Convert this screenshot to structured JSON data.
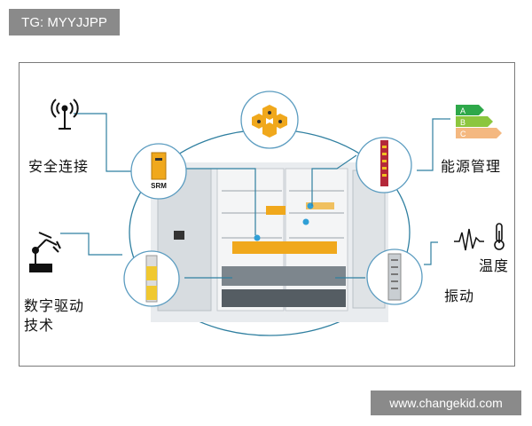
{
  "tag": "TG: MYYJJPP",
  "website": "www.changekid.com",
  "labels": {
    "safe_connection": "安全连接",
    "energy_management": "能源管理",
    "digital_drive_line1": "数字驱动",
    "digital_drive_line2": "技术",
    "temperature": "温度",
    "vibration": "振动"
  },
  "node_labels": {
    "srm": "SRM"
  },
  "energy_classes": [
    "A",
    "B",
    "C"
  ],
  "colors": {
    "line": "#2f7fa0",
    "circle_stroke": "#5b9cc0",
    "accent_orange": "#f0a81c",
    "energy_a": "#2ea84a",
    "energy_b": "#8cc63e",
    "energy_c": "#f4b880"
  },
  "icons": [
    "antenna-icon",
    "energy-rating-icon",
    "robot-arm-icon",
    "vibration-wave-icon",
    "thermometer-icon",
    "hexagon-cluster-icon"
  ]
}
